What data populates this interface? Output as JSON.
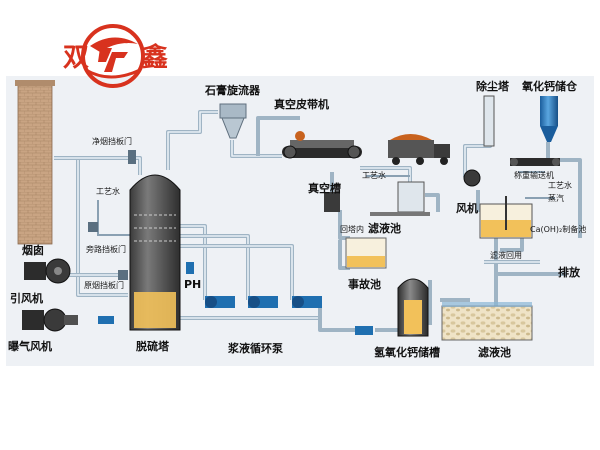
{
  "logo": {
    "char_left": "双",
    "char_right": "鑫"
  },
  "labels": {
    "gypsum_cyclone": "石膏旋流器",
    "vacuum_belt": "真空皮带机",
    "clean_flue_damper": "净烟挡板门",
    "process_water_1": "工艺水",
    "bypass_damper": "旁路挡板门",
    "raw_flue_damper": "原烟挡板门",
    "chimney": "烟囱",
    "induced_fan": "引风机",
    "aeration_fan": "曝气风机",
    "desulfur_tower": "脱硫塔",
    "ph": "PH",
    "slurry_pump": "浆液循环泵",
    "vacuum_tank": "真空槽",
    "process_water_2": "工艺水",
    "filtrate_pool_1": "滤液池",
    "return_tower": "回塔内",
    "accident_pool": "事故池",
    "caoh_tank": "氢氧化钙储槽",
    "dust_tower": "除尘塔",
    "cao_silo": "氧化钙储仓",
    "weigh_conveyor": "称重输送机",
    "process_water_3": "工艺水",
    "steam": "蒸汽",
    "fan": "风机",
    "caoh_prep": "Ca(OH)₂制备池",
    "filtrate_return": "滤液回用",
    "discharge": "排放",
    "filtrate_pool_2": "滤液池"
  },
  "colors": {
    "pipe": "#9fb4c4",
    "brand_red": "#d8321e",
    "pump_blue": "#1f6fb0",
    "slurry": "#f2c15a",
    "brick": "#c9a483"
  }
}
